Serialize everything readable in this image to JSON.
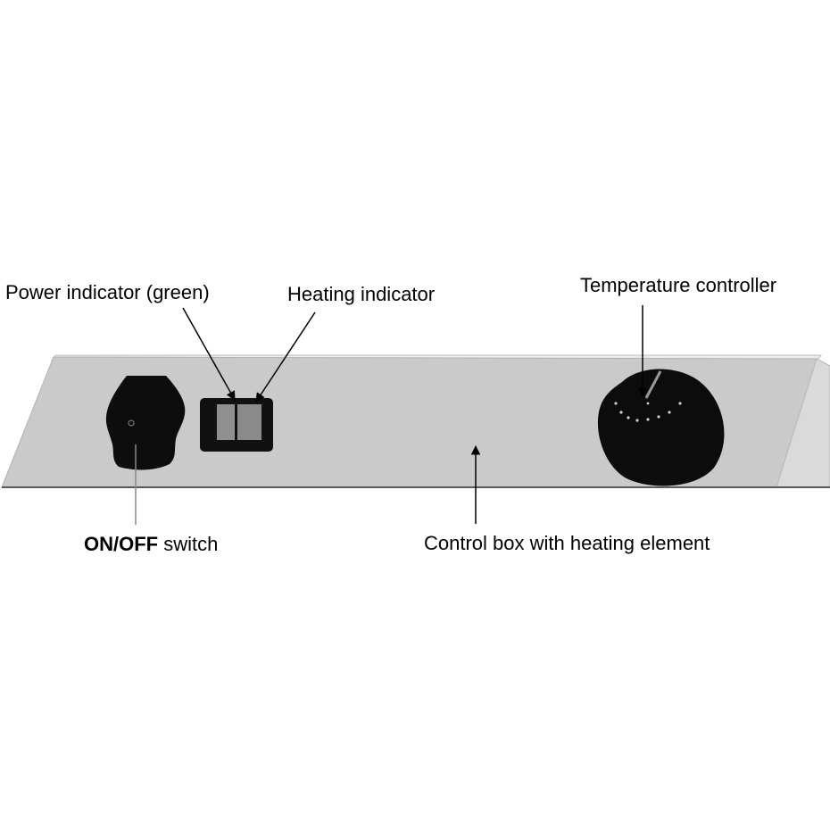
{
  "labels": {
    "power_indicator": "Power indicator (green)",
    "heating_indicator": "Heating indicator",
    "temperature_controller": "Temperature controller",
    "switch_bold": "ON/OFF",
    "switch_rest": " switch",
    "control_box": "Control box with heating element"
  },
  "colors": {
    "panel_face": "#c9c9c9",
    "panel_top": "#e9e9e9",
    "panel_side": "#d8d8d8",
    "component": "#0c0c0c",
    "indicator_lamp": "#8a8a8a",
    "arrow": "#000000"
  }
}
